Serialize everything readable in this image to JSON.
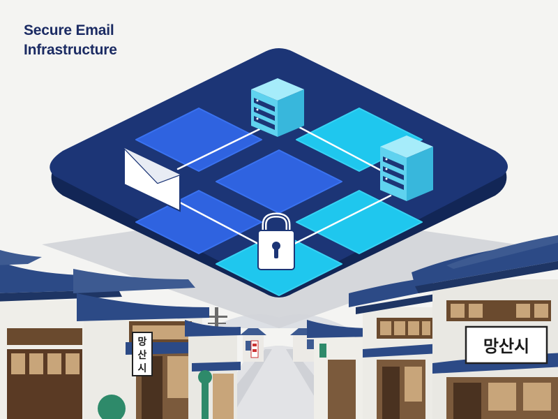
{
  "title": {
    "line1": "Secure Email",
    "line2": "Infrastructure"
  },
  "signs": {
    "left": [
      "망",
      "산",
      "시"
    ],
    "right": "망산시"
  },
  "icons": {
    "email": "envelope-icon",
    "security": "padlock-icon",
    "servers": [
      "server-rack-icon",
      "server-rack-icon"
    ]
  },
  "colors": {
    "background": "#f4f4f2",
    "platform": "#1c3576",
    "tile_blue": "#2f63e0",
    "tile_cyan": "#1fc7ee",
    "server": "#5fd2ef",
    "roof": "#2c4a86",
    "title": "#1b2b63"
  }
}
